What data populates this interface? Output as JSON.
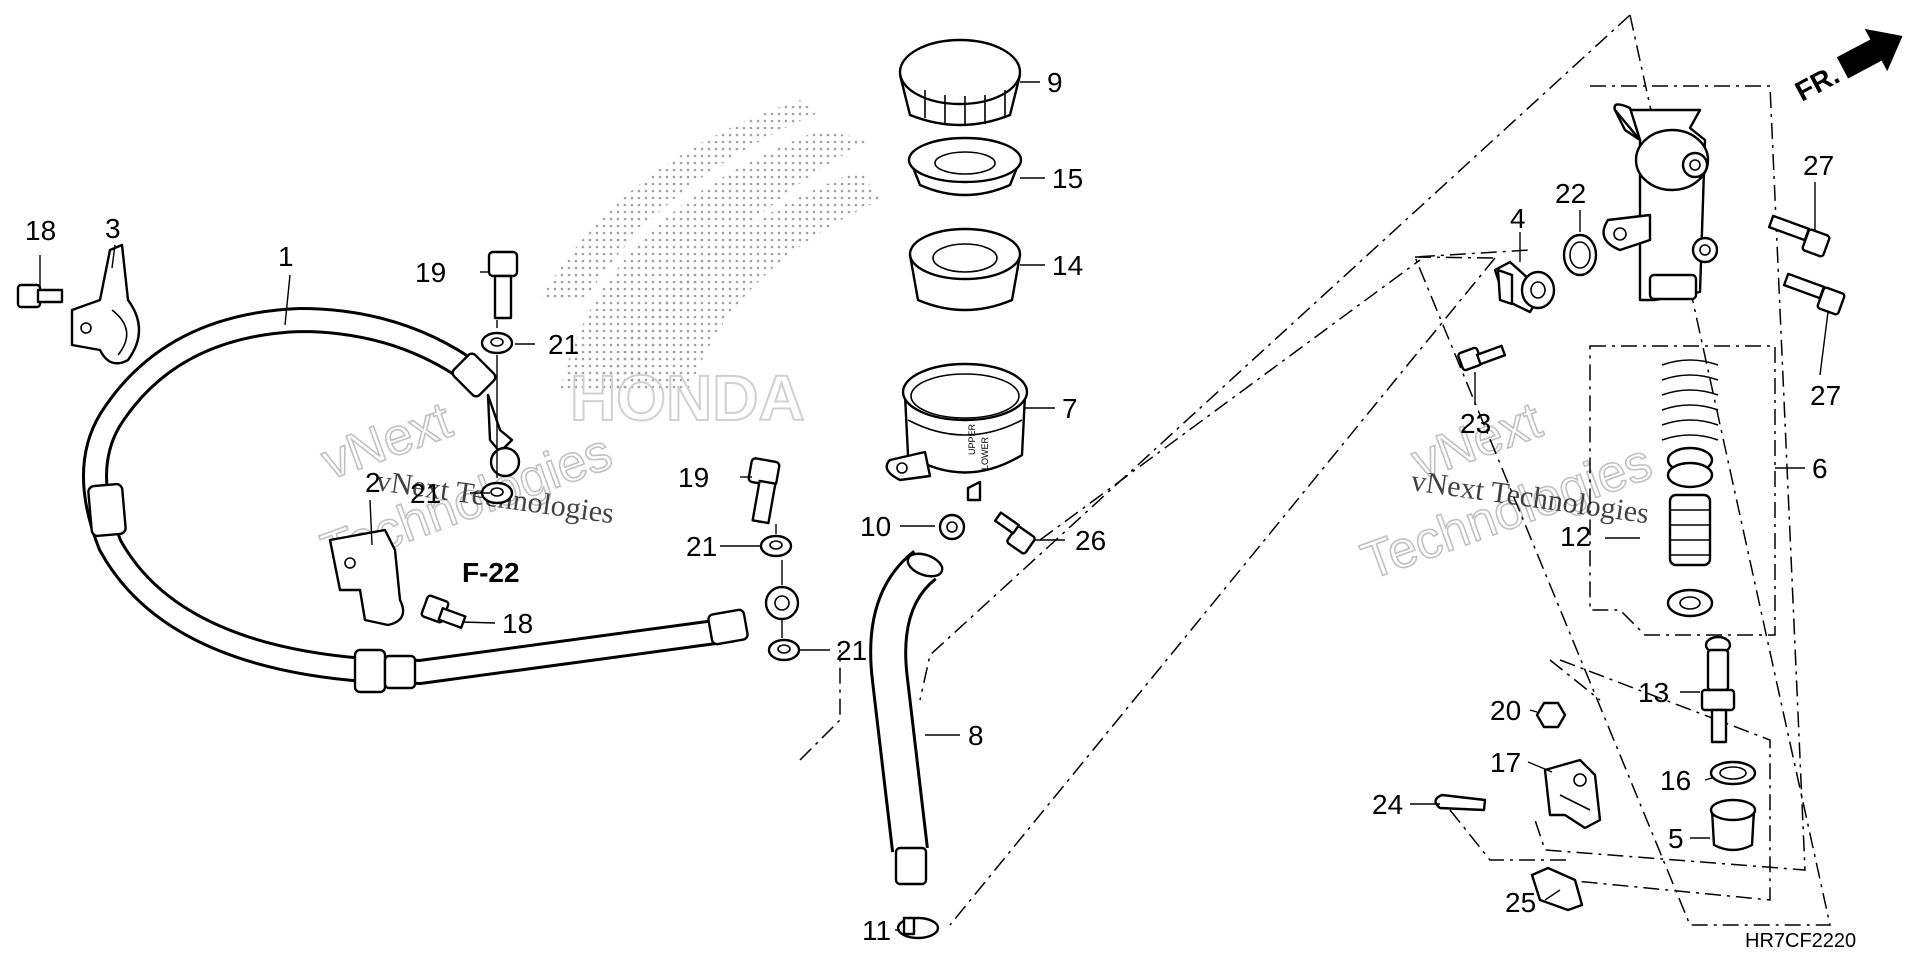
{
  "diagram": {
    "part_code": "HR7CF2220",
    "front_indicator": "FR.",
    "reference_label": "F-22",
    "reservoir_marks": [
      "UPPER",
      "LOWER"
    ],
    "watermark": {
      "brand": "HONDA",
      "line1": "vNext Technologies",
      "line2_a": "vNext",
      "line2_b": "Technologies"
    },
    "callouts": {
      "c1": "1",
      "c2": "2",
      "c3": "3",
      "c4": "4",
      "c5": "5",
      "c6": "6",
      "c7": "7",
      "c8": "8",
      "c9": "9",
      "c10": "10",
      "c11": "11",
      "c12": "12",
      "c13": "13",
      "c14": "14",
      "c15": "15",
      "c16": "16",
      "c17": "17",
      "c18a": "18",
      "c18b": "18",
      "c19a": "19",
      "c19b": "19",
      "c20": "20",
      "c21a": "21",
      "c21b": "21",
      "c21c": "21",
      "c21d": "21",
      "c22": "22",
      "c23": "23",
      "c24": "24",
      "c25": "25",
      "c26": "26",
      "c27a": "27",
      "c27b": "27"
    }
  }
}
